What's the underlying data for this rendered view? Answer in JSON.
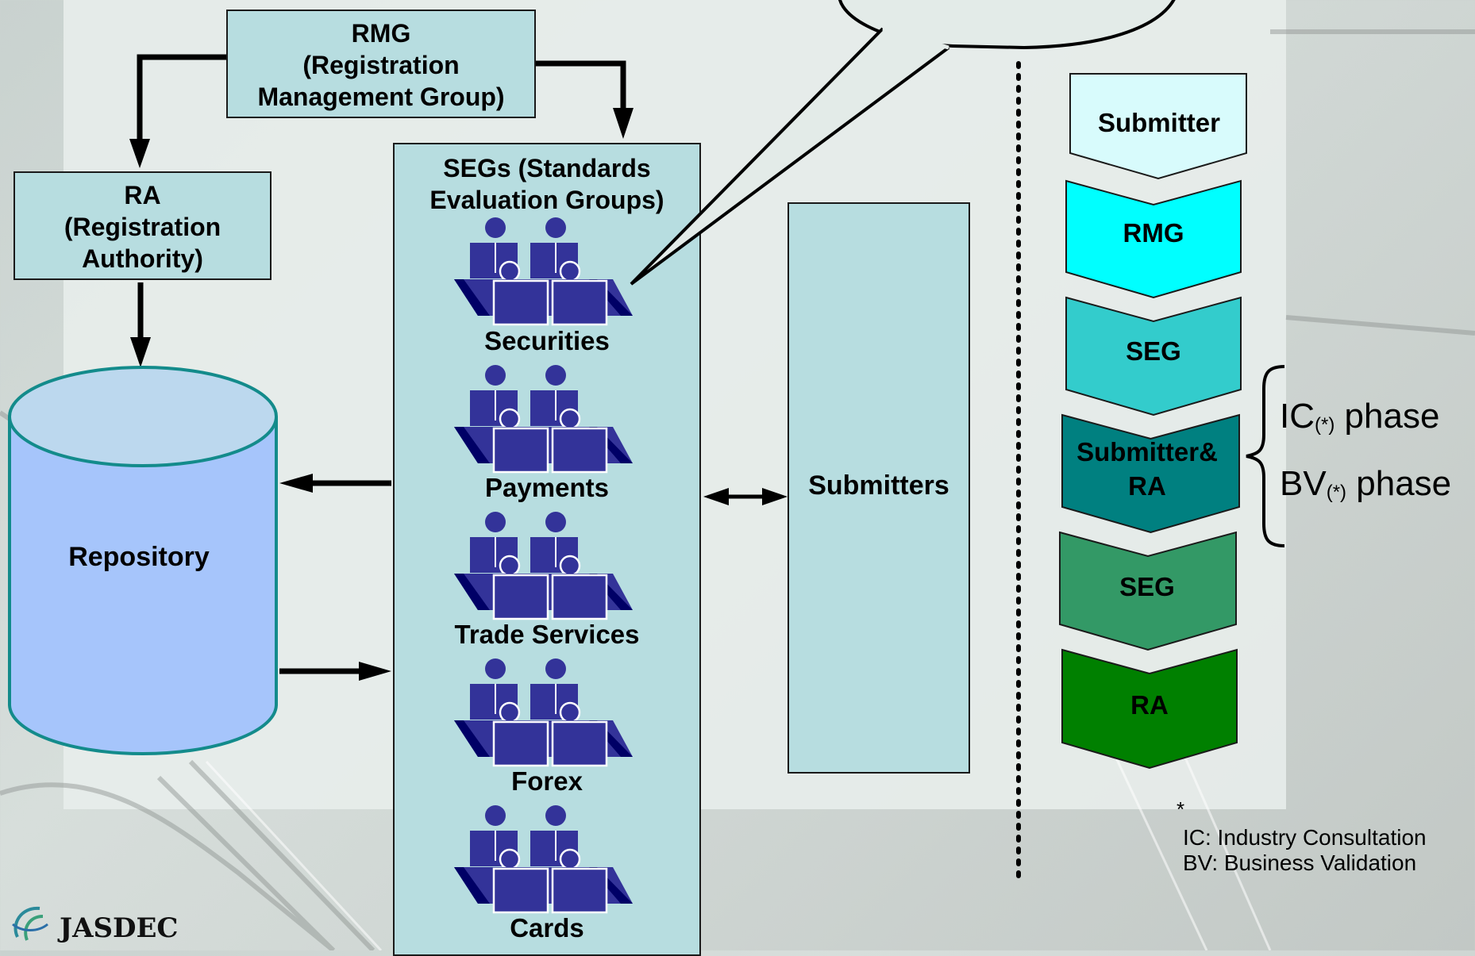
{
  "boxes": {
    "rmg": "RMG\n(Registration\nManagement Group)",
    "ra": "RA\n(Registration\nAuthority)",
    "segs_title": "SEGs (Standards\nEvaluation Groups)",
    "submitters": "Submitters",
    "repository": "Repository"
  },
  "seg_groups": [
    "Securities",
    "Payments",
    "Trade Services",
    "Forex",
    "Cards"
  ],
  "flow": {
    "steps": [
      {
        "label": "Submitter",
        "color": "#d8fbfc"
      },
      {
        "label": "RMG",
        "color": "#00ffff"
      },
      {
        "label": "SEG",
        "color": "#33cccc"
      },
      {
        "label": "Submitter&\nRA",
        "color": "#008080"
      },
      {
        "label": "SEG",
        "color": "#339966"
      },
      {
        "label": "RA",
        "color": "#008000"
      }
    ]
  },
  "phases": {
    "ic": {
      "prefix": "IC",
      "mark": "(*)",
      "suffix": " phase"
    },
    "bv": {
      "prefix": "BV",
      "mark": "(*)",
      "suffix": " phase"
    }
  },
  "footnote": {
    "star": "*",
    "text": "IC: Industry Consultation\nBV: Business Validation"
  },
  "logo": "JASDEC",
  "colors": {
    "box_fill": "#b7dde0",
    "repository_fill": "#a6c5fb",
    "repository_top": "#bcd8ee",
    "repository_stroke": "#138b8b",
    "people_fill": "#333399",
    "people_dark": "#000066"
  }
}
